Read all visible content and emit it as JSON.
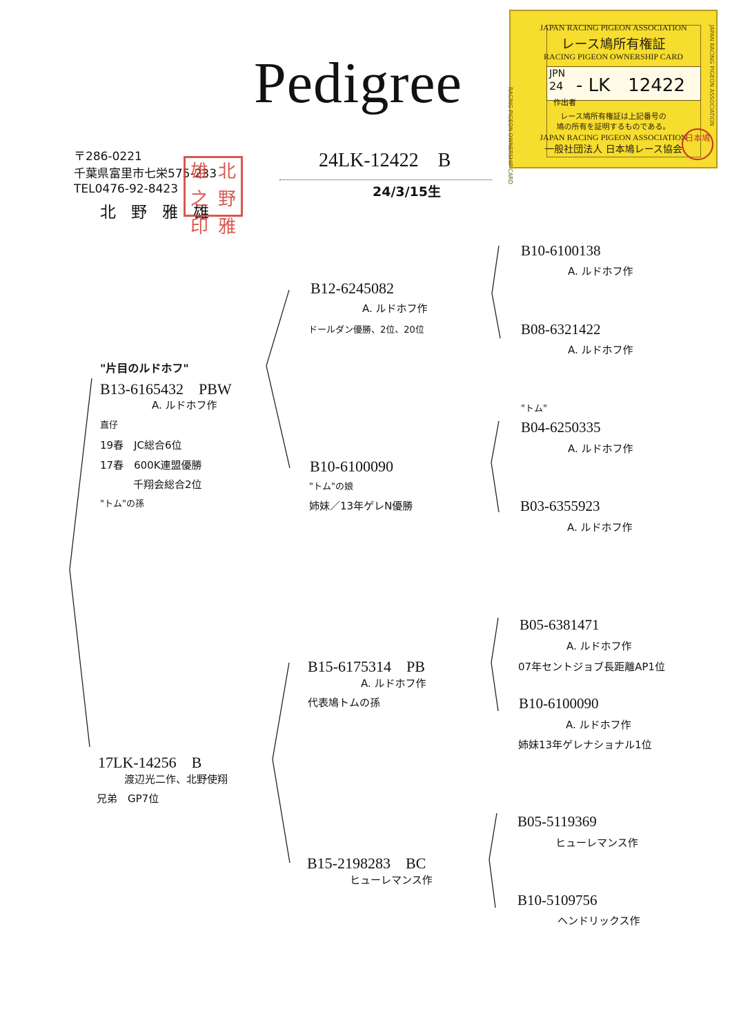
{
  "title": "Pedigree",
  "owner": {
    "postal": "〒286-0221",
    "address": "千葉県富里市七栄575-233",
    "tel": "TEL0476-92-8423",
    "name": "北野雅雄",
    "seal": [
      "雄",
      "北",
      "之",
      "野",
      "印",
      "雅"
    ]
  },
  "bird": {
    "ring": "24LK-12422　B",
    "birth": "24/3/15生"
  },
  "card": {
    "assoc_en": "JAPAN RACING PIGEON ASSOCIATION",
    "title_jp": "レース鳩所有権証",
    "title_en": "RACING PIGEON OWNERSHIP CARD",
    "prefix_top": "JPN",
    "prefix_bottom": "24",
    "number": "- LK　12422",
    "maker_label": "作出者",
    "cert_line1": "レース鳩所有権証は上記番号の",
    "cert_line2": "鳩の所有を証明するものである。",
    "issuer_en": "JAPAN RACING PIGEON ASSOCIATION",
    "issuer_jp": "一般社団法人 日本鳩レース協会",
    "stamp": "日本鳩"
  },
  "sire": {
    "name": "\"片目のルドホフ\"",
    "ring": "B13-6165432　PBW",
    "breeder": "A. ルドホフ作",
    "notes": [
      "直仔",
      "19春　JC総合6位",
      "17春　600K連盟優勝",
      "千翔会総合2位",
      "\"トム\"の孫"
    ]
  },
  "dam": {
    "ring": "17LK-14256　B",
    "breeder": "渡辺光二作、北野使翔",
    "notes": [
      "兄弟　GP7位"
    ]
  },
  "gen2": {
    "ss": {
      "ring": "B12-6245082",
      "breeder": "A. ルドホフ作",
      "notes": [
        "ドールダン優勝、2位、20位"
      ]
    },
    "sd": {
      "ring": "B10-6100090",
      "breeder": "\"トム\"の娘",
      "notes": [
        "姉妹／13年ゲレN優勝"
      ]
    },
    "ds": {
      "ring": "B15-6175314　PB",
      "breeder": "A. ルドホフ作",
      "notes": [
        "代表鳩トムの孫"
      ]
    },
    "dd": {
      "ring": "B15-2198283　BC",
      "breeder": "ヒューレマンス作",
      "notes": []
    }
  },
  "gen3": [
    {
      "name": "",
      "ring": "B10-6100138",
      "breeder": "A. ルドホフ作",
      "note": ""
    },
    {
      "name": "",
      "ring": "B08-6321422",
      "breeder": "A. ルドホフ作",
      "note": ""
    },
    {
      "name": "\"トム\"",
      "ring": "B04-6250335",
      "breeder": "A. ルドホフ作",
      "note": ""
    },
    {
      "name": "",
      "ring": "B03-6355923",
      "breeder": "A. ルドホフ作",
      "note": ""
    },
    {
      "name": "",
      "ring": "B05-6381471",
      "breeder": "A. ルドホフ作",
      "note": "07年セントジョブ長距離AP1位"
    },
    {
      "name": "",
      "ring": "B10-6100090",
      "breeder": "A. ルドホフ作",
      "note": "姉妹13年ゲレナショナル1位"
    },
    {
      "name": "",
      "ring": "B05-5119369",
      "breeder": "ヒューレマンス作",
      "note": ""
    },
    {
      "name": "",
      "ring": "B10-5109756",
      "breeder": "ヘンドリックス作",
      "note": ""
    }
  ]
}
